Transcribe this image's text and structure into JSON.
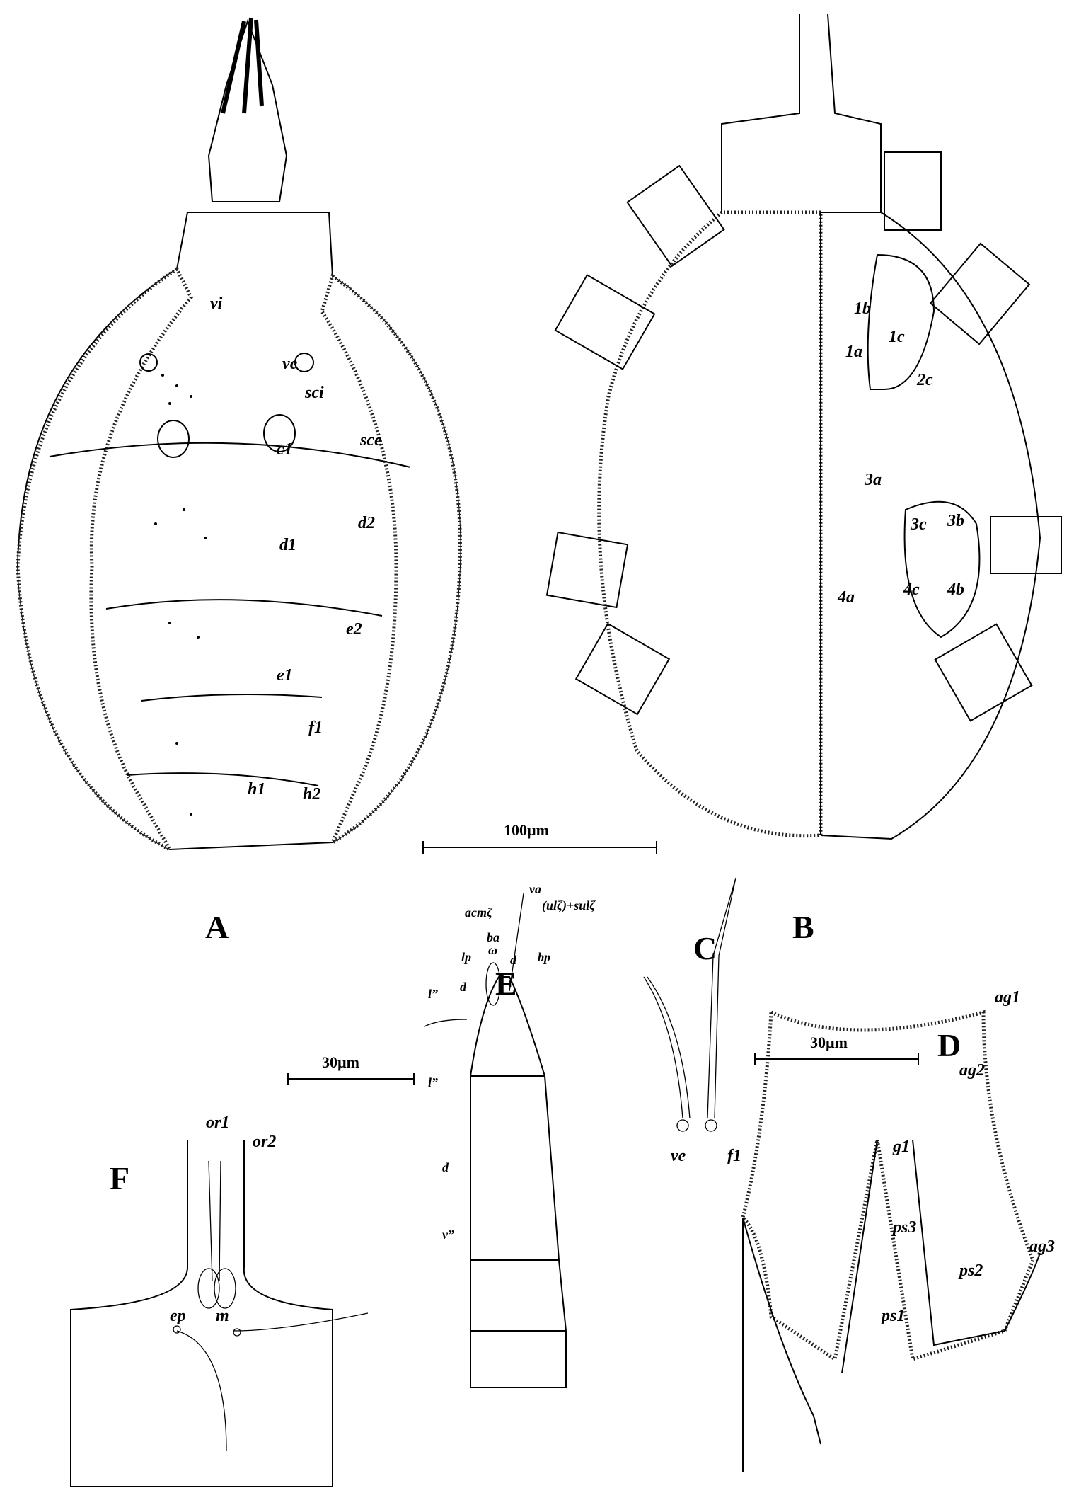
{
  "panels": {
    "A": "A",
    "B": "B",
    "C": "C",
    "D": "D",
    "E": "E",
    "F": "F"
  },
  "scale_bars": {
    "main": "100µm",
    "E_F": "30µm",
    "D": "30µm"
  },
  "panel_A_setae": [
    "vi",
    "ve",
    "sci",
    "sce",
    "c1",
    "d1",
    "d2",
    "e1",
    "e2",
    "f1",
    "h1",
    "h2"
  ],
  "panel_B_setae": [
    "1a",
    "1b",
    "1c",
    "2c",
    "3a",
    "3b",
    "3c",
    "4a",
    "4b",
    "4c"
  ],
  "panel_C_setae": [
    "ve",
    "f1"
  ],
  "panel_D_setae": [
    "ag1",
    "ag2",
    "ag3",
    "g1",
    "ps1",
    "ps2",
    "ps3"
  ],
  "panel_E_setae": [
    "va",
    "(ulζ)+sulζ",
    "acmζ",
    "ba",
    "ω",
    "lp",
    "d",
    "bp",
    "d",
    "l”",
    "l”",
    "d",
    "v”"
  ],
  "panel_F_setae": [
    "or1",
    "or2",
    "ep",
    "m"
  ]
}
